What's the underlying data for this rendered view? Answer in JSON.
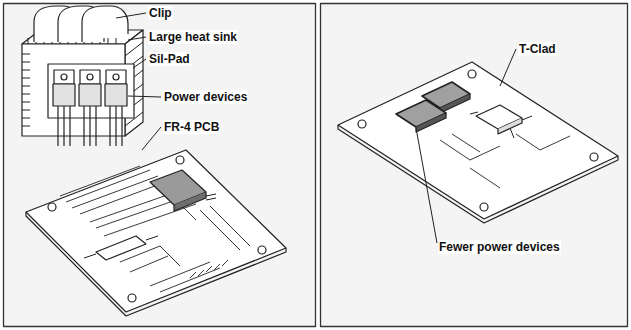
{
  "diagram": {
    "labels": [
      "Clip",
      "Large heat sink",
      "Sil-Pad",
      "Power devices",
      "FR-4 PCB",
      "T-Clad",
      "Fewer power devices"
    ]
  }
}
